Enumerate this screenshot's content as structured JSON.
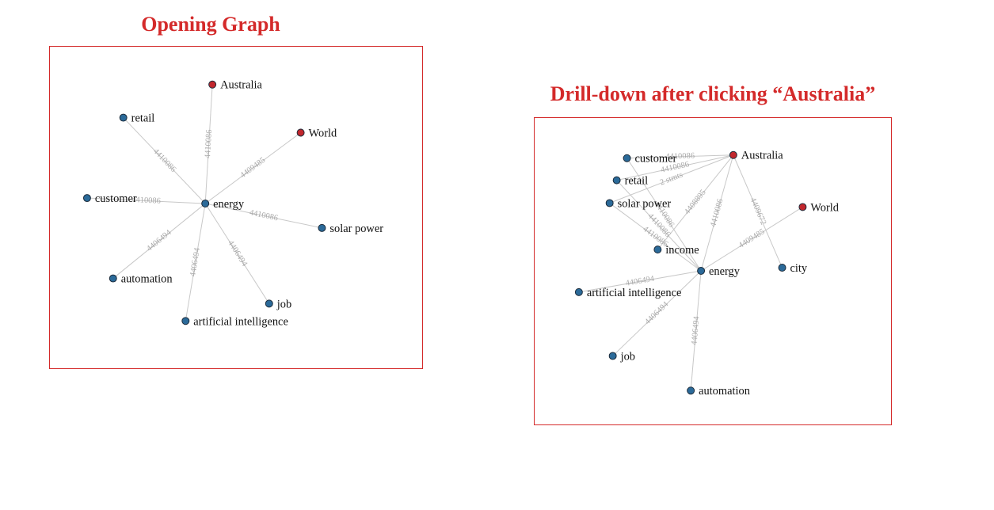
{
  "colors": {
    "title": "#d42a2a",
    "border": "#d42a2a",
    "node_blue": "#2b6a99",
    "node_red": "#c1272d",
    "edge": "#c8c8c8",
    "edge_label": "#a9a9a9"
  },
  "graphs": [
    {
      "title": "Opening Graph",
      "nodes": [
        {
          "id": "australia",
          "label": "Australia",
          "color": "red"
        },
        {
          "id": "retail",
          "label": "retail",
          "color": "blue"
        },
        {
          "id": "world",
          "label": "World",
          "color": "red"
        },
        {
          "id": "customer",
          "label": "customer",
          "color": "blue"
        },
        {
          "id": "energy",
          "label": "energy",
          "color": "blue"
        },
        {
          "id": "solar",
          "label": "solar power",
          "color": "blue"
        },
        {
          "id": "automation",
          "label": "automation",
          "color": "blue"
        },
        {
          "id": "job",
          "label": "job",
          "color": "blue"
        },
        {
          "id": "ai",
          "label": "artificial intelligence",
          "color": "blue"
        }
      ],
      "edges": [
        {
          "source": "energy",
          "target": "australia",
          "label": "4410086"
        },
        {
          "source": "energy",
          "target": "retail",
          "label": "4410086"
        },
        {
          "source": "energy",
          "target": "world",
          "label": "4409485"
        },
        {
          "source": "energy",
          "target": "customer",
          "label": "4410086"
        },
        {
          "source": "energy",
          "target": "solar",
          "label": "4410086"
        },
        {
          "source": "energy",
          "target": "automation",
          "label": "4406494"
        },
        {
          "source": "energy",
          "target": "ai",
          "label": "4406494"
        },
        {
          "source": "energy",
          "target": "job",
          "label": "4406494"
        }
      ]
    },
    {
      "title": "Drill-down after clicking “Australia”",
      "nodes": [
        {
          "id": "customer",
          "label": "customer",
          "color": "blue"
        },
        {
          "id": "australia",
          "label": "Australia",
          "color": "red"
        },
        {
          "id": "retail",
          "label": "retail",
          "color": "blue"
        },
        {
          "id": "solar",
          "label": "solar power",
          "color": "blue"
        },
        {
          "id": "world",
          "label": "World",
          "color": "red"
        },
        {
          "id": "income",
          "label": "income",
          "color": "blue"
        },
        {
          "id": "energy",
          "label": "energy",
          "color": "blue"
        },
        {
          "id": "city",
          "label": "city",
          "color": "blue"
        },
        {
          "id": "ai",
          "label": "artificial intelligence",
          "color": "blue"
        },
        {
          "id": "job",
          "label": "job",
          "color": "blue"
        },
        {
          "id": "automation",
          "label": "automation",
          "color": "blue"
        }
      ],
      "edges": [
        {
          "source": "australia",
          "target": "customer",
          "label": "4410086"
        },
        {
          "source": "australia",
          "target": "retail",
          "label": "4410086"
        },
        {
          "source": "australia",
          "target": "solar",
          "label": "2 stmts"
        },
        {
          "source": "australia",
          "target": "income",
          "label": "4408895"
        },
        {
          "source": "australia",
          "target": "energy",
          "label": "4410086"
        },
        {
          "source": "australia",
          "target": "city",
          "label": "4409672"
        },
        {
          "source": "customer",
          "target": "energy",
          "label": "4410086"
        },
        {
          "source": "retail",
          "target": "energy",
          "label": "4410086"
        },
        {
          "source": "solar",
          "target": "energy",
          "label": "4410086"
        },
        {
          "source": "energy",
          "target": "world",
          "label": "4409485"
        },
        {
          "source": "energy",
          "target": "ai",
          "label": "4406494"
        },
        {
          "source": "energy",
          "target": "job",
          "label": "4406494"
        },
        {
          "source": "energy",
          "target": "automation",
          "label": "4406494"
        }
      ]
    }
  ]
}
